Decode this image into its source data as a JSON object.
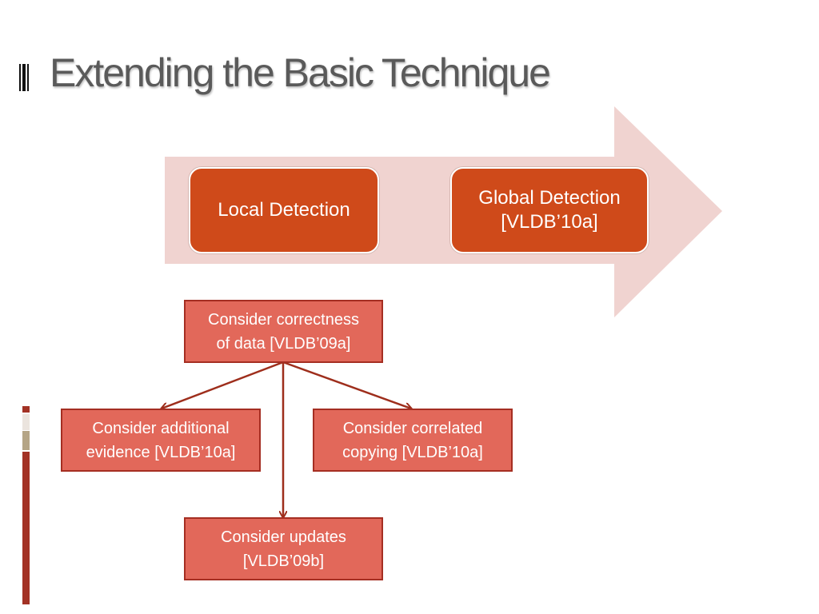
{
  "slide": {
    "title": "Extending the Basic Technique"
  },
  "stages": [
    {
      "label": "Local Detection"
    },
    {
      "label": "Global Detection\n[VLDB’10a]"
    }
  ],
  "tree": {
    "root": "Consider correctness\nof data [VLDB’09a]",
    "left": "Consider additional\nevidence [VLDB’10a]",
    "right": "Consider correlated\ncopying [VLDB’10a]",
    "bottom": "Consider updates\n[VLDB’09b]"
  },
  "colors": {
    "title_text": "#5a5a5a",
    "arrow_fill": "#f0d3d0",
    "stage_fill": "#cf4a1a",
    "tree_fill": "#e2685a",
    "tree_border": "#a52e22",
    "connector": "#9e2e1c",
    "decor_dark_red": "#a33225",
    "decor_light": "#ebe4de",
    "decor_tan": "#b5a586"
  }
}
